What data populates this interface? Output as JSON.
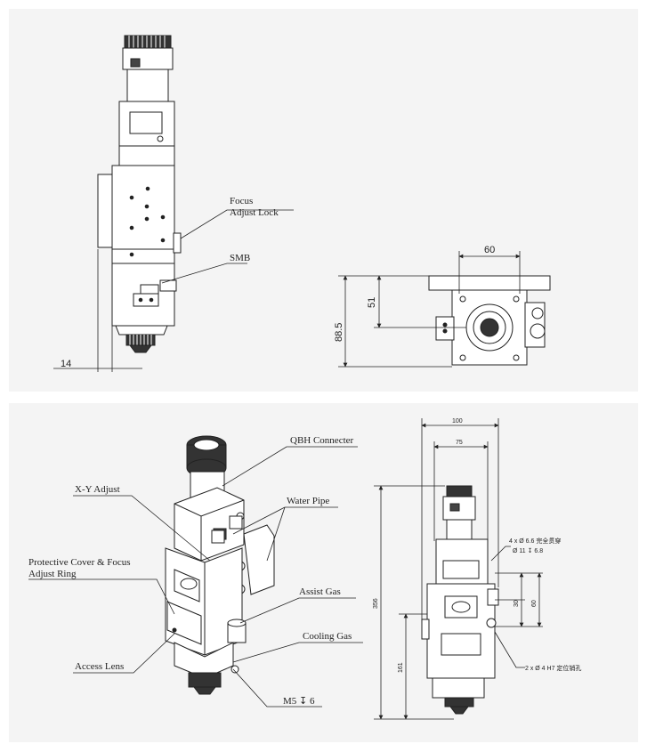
{
  "top_panel": {
    "labels": {
      "focus_line1": "Focus",
      "focus_line2": "Adjust Lock",
      "smb": "SMB"
    },
    "dims": {
      "side_width": "14",
      "top_width": "60",
      "height_total": "88.5",
      "height_inner": "51"
    }
  },
  "bottom_panel": {
    "labels": {
      "qbh": "QBH Connecter",
      "xy": "X-Y Adjust",
      "water": "Water Pipe",
      "protective_line1": "Protective Cover & Focus",
      "protective_line2": "Adjust Ring",
      "assist": "Assist Gas",
      "cooling": "Cooling Gas",
      "access": "Access Lens",
      "m5": "M5  ↧ 6"
    },
    "dims": {
      "w100": "100",
      "w75": "75",
      "h356": "356",
      "h161": "161",
      "h30": "30",
      "h60": "60",
      "note_holes_line1": "4 x Ø 6.6 完全贯穿",
      "note_holes_line2": "Ø 11 ↧ 6.8",
      "note_pins": "2 x Ø 4 H7 定位销孔"
    }
  }
}
